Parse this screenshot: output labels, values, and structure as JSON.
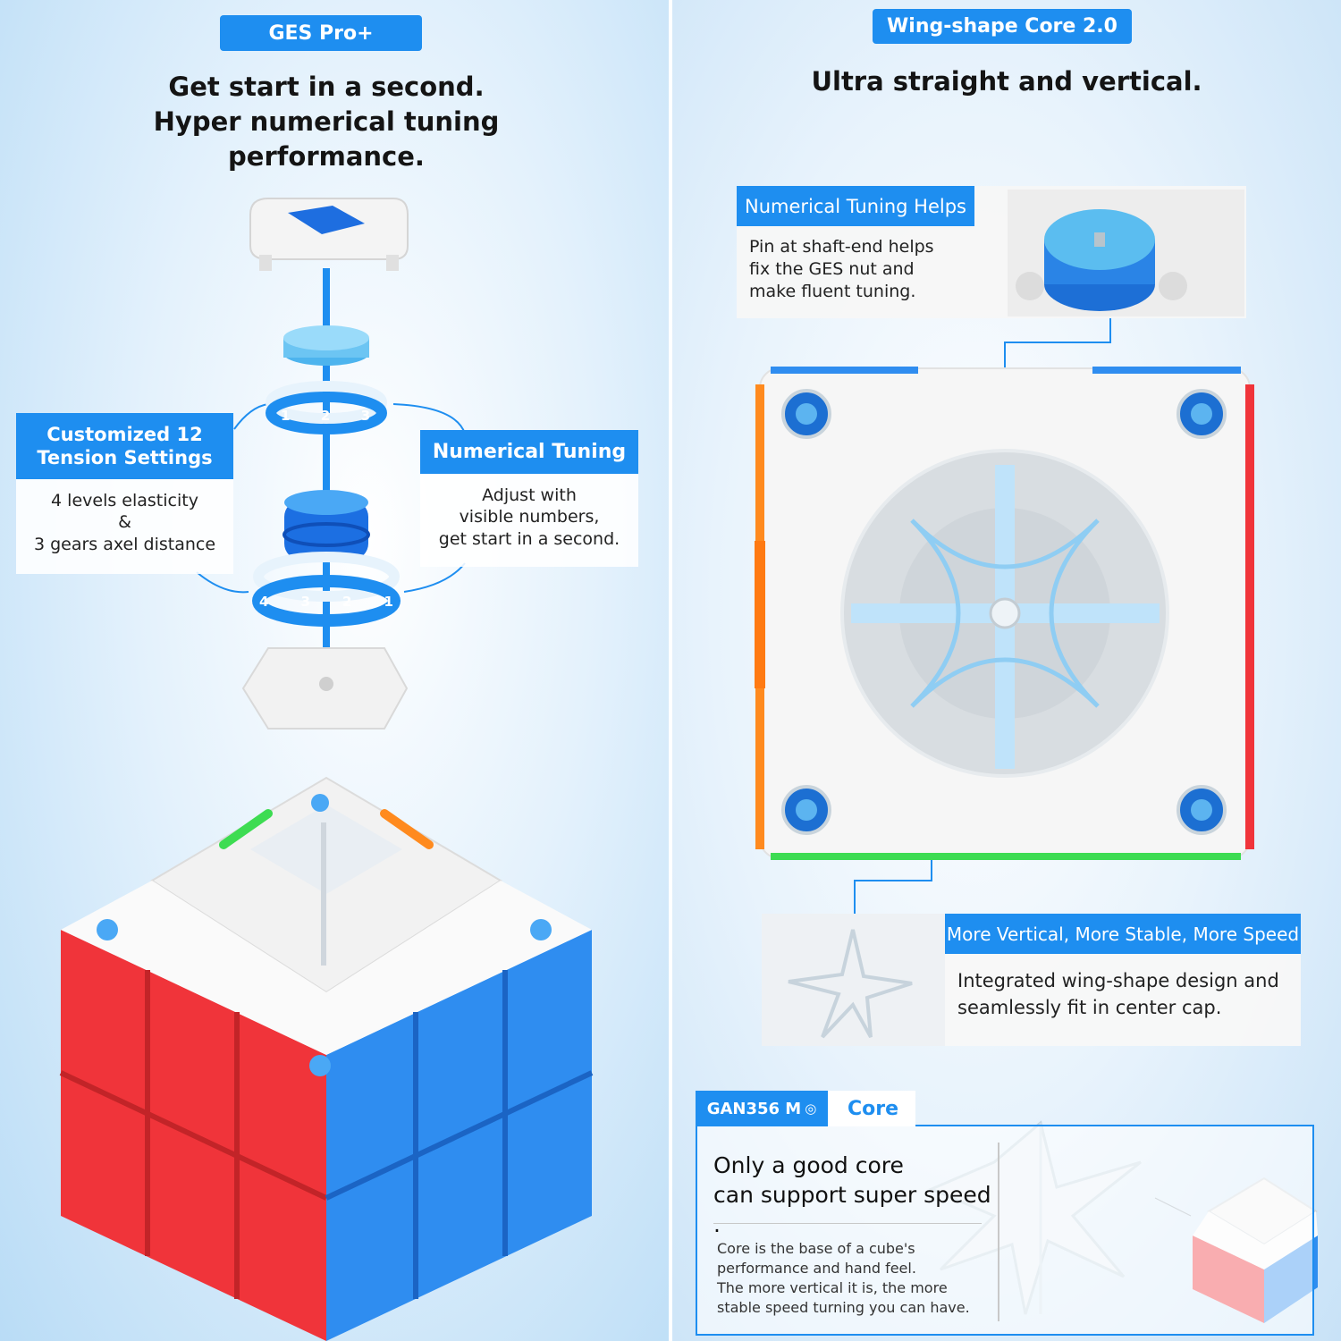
{
  "left": {
    "pill": "GES Pro+",
    "headline_line1": "Get start in a second.",
    "headline_line2": "Hyper numerical tuning performance.",
    "tension": {
      "title_line1": "Customized 12",
      "title_line2": "Tension Settings",
      "body_line1": "4 levels elasticity",
      "body_line2": "&",
      "body_line3": "3 gears axel distance"
    },
    "tuning": {
      "title": "Numerical Tuning",
      "body_line1": "Adjust with",
      "body_line2": "visible numbers,",
      "body_line3": "get start in a second."
    },
    "ring_top_numbers": [
      "1",
      "2",
      "3"
    ],
    "ring_bottom_numbers": [
      "4",
      "3",
      "2",
      "1"
    ]
  },
  "right": {
    "pill": "Wing-shape Core 2.0",
    "headline": "Ultra straight and vertical.",
    "helps": {
      "title": "Numerical Tuning Helps",
      "body_line1": "Pin at shaft-end helps",
      "body_line2": "fix the GES nut and",
      "body_line3": "make fluent tuning."
    },
    "stable": {
      "title": "More Vertical, More Stable, More Speed",
      "body_line1": "Integrated wing-shape design and",
      "body_line2": "seamlessly fit in center cap."
    },
    "core": {
      "tab_product": "GAN356 M",
      "tab_core": "Core",
      "lead_line1": "Only a good core",
      "lead_line2": "can support super speed .",
      "detail_line1": "Core is the base of a cube's",
      "detail_line2": "performance and hand feel.",
      "detail_line3": "The more vertical it is, the more",
      "detail_line4": "stable speed turning you can have."
    }
  },
  "colors": {
    "accent": "#1e8ef0",
    "cube_red": "#f0343a",
    "cube_blue": "#2f8df0",
    "cube_green": "#3ddc52",
    "cube_orange": "#ff8a1e",
    "cube_white": "#f7f7f7"
  }
}
